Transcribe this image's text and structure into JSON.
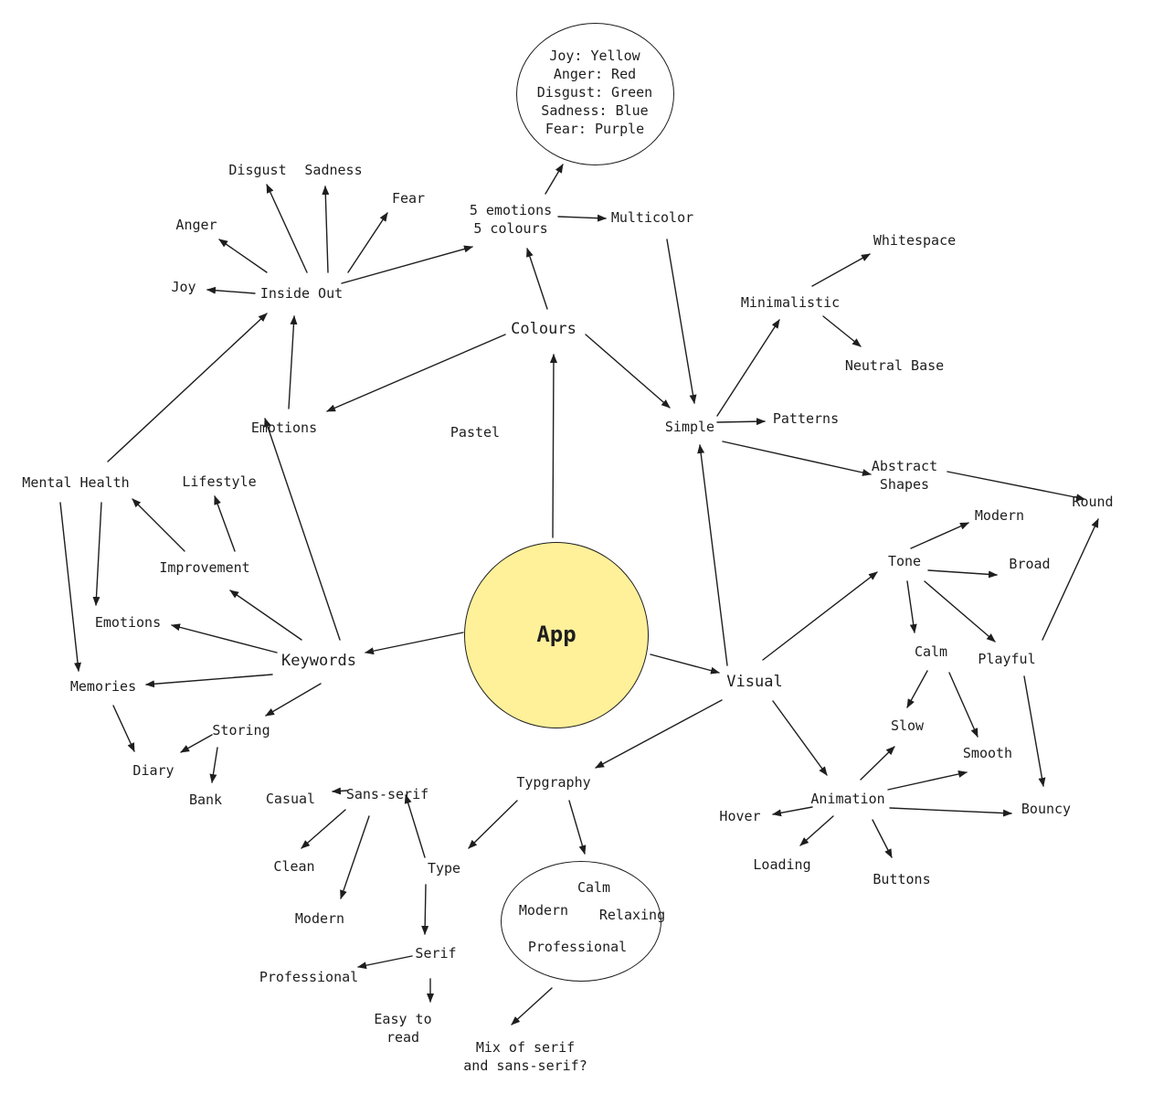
{
  "center": "App",
  "colours": {
    "title": "Colours",
    "five": "5 emotions\n5 colours",
    "multicolor": "Multicolor",
    "pastel": "Pastel",
    "emotions": "Emotions",
    "palette": [
      "Joy: Yellow",
      "Anger: Red",
      "Disgust: Green",
      "Sadness: Blue",
      "Fear: Purple"
    ]
  },
  "inside_out": {
    "title": "Inside Out",
    "joy": "Joy",
    "anger": "Anger",
    "disgust": "Disgust",
    "sadness": "Sadness",
    "fear": "Fear"
  },
  "keywords": {
    "title": "Keywords",
    "mental_health": "Mental Health",
    "lifestyle": "Lifestyle",
    "improvement": "Improvement",
    "emotions": "Emotions",
    "memories": "Memories",
    "storing": "Storing",
    "diary": "Diary",
    "bank": "Bank"
  },
  "simple": {
    "title": "Simple",
    "minimalistic": "Minimalistic",
    "whitespace": "Whitespace",
    "neutral_base": "Neutral Base",
    "patterns": "Patterns",
    "abstract_shapes": "Abstract\nShapes",
    "round": "Round"
  },
  "visual": {
    "title": "Visual",
    "tone": "Tone",
    "modern": "Modern",
    "broad": "Broad",
    "calm": "Calm",
    "playful": "Playful",
    "slow": "Slow",
    "smooth": "Smooth",
    "bouncy": "Bouncy",
    "animation": "Animation",
    "hover": "Hover",
    "loading": "Loading",
    "buttons": "Buttons"
  },
  "typography": {
    "title": "Typgraphy",
    "sans_serif": "Sans-serif",
    "casual": "Casual",
    "clean": "Clean",
    "modern": "Modern",
    "type": "Type",
    "serif": "Serif",
    "professional": "Professional",
    "easy_to_read": "Easy to\nread",
    "mood_calm": "Calm",
    "mood_modern": "Modern",
    "mood_relaxing": "Relaxing",
    "mood_professional": "Professional",
    "mix": "Mix of serif\nand sans-serif?"
  }
}
